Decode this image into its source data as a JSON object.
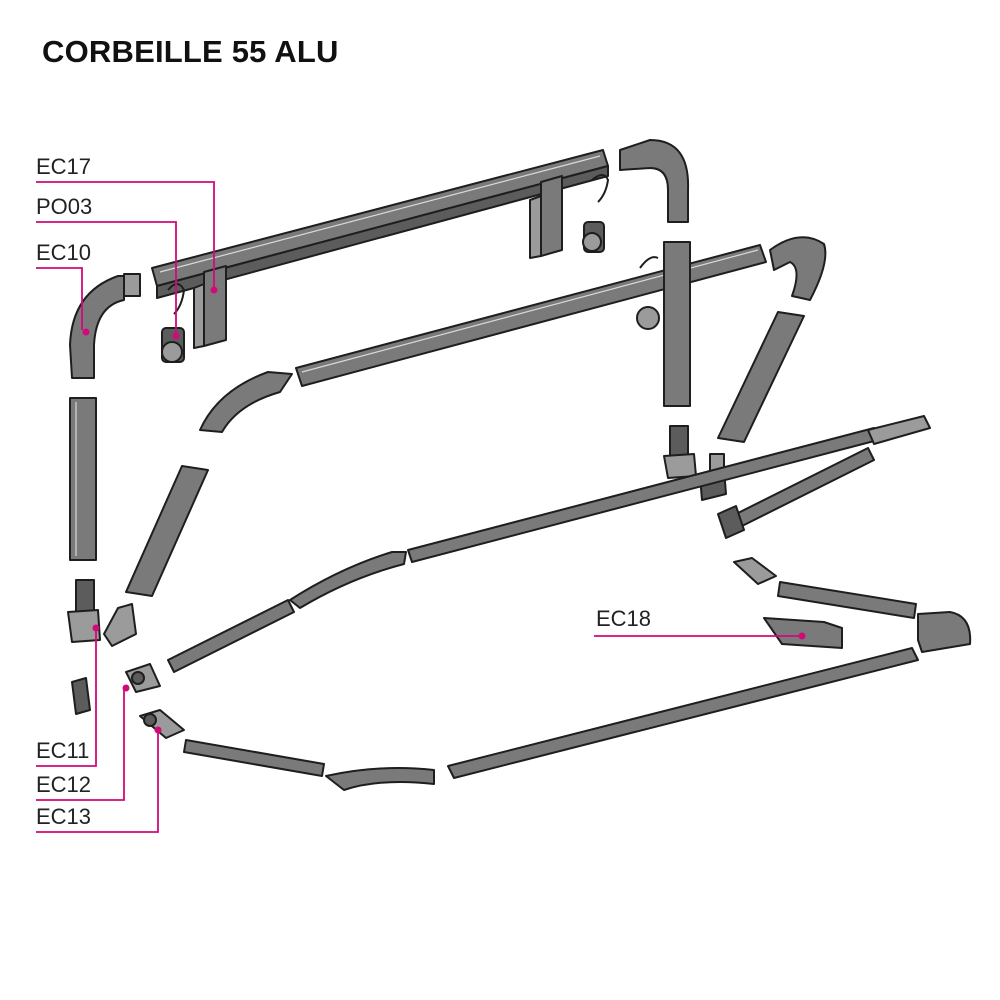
{
  "title": "CORBEILLE 55 ALU",
  "labels": {
    "ec17": "EC17",
    "po03": "PO03",
    "ec10": "EC10",
    "ec11": "EC11",
    "ec12": "EC12",
    "ec13": "EC13",
    "ec18": "EC18"
  },
  "colors": {
    "leader": "#d10a7a",
    "part_fill": "#7a7a7a",
    "outline": "#1e1e1e"
  }
}
